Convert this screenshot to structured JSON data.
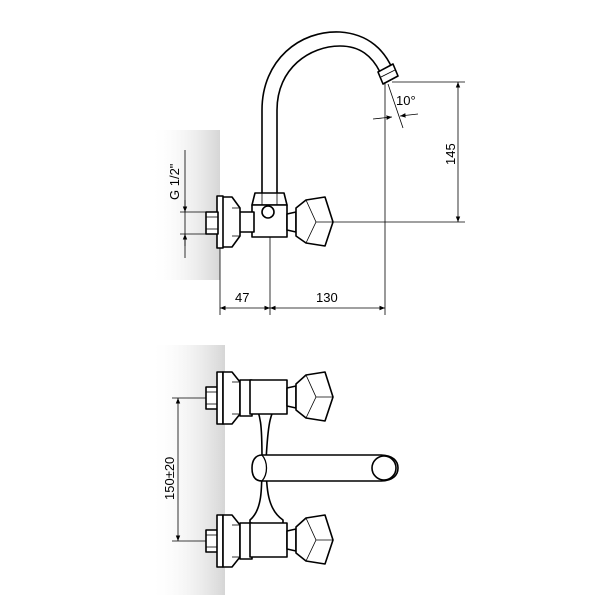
{
  "drawing": {
    "side_view": {
      "thread_label": "G 1/2\"",
      "dim_wall_to_body": "47",
      "dim_body_to_outlet": "130",
      "dim_height": "145",
      "dim_angle": "10°"
    },
    "front_view": {
      "dim_center_distance": "150±20"
    },
    "colors": {
      "line": "#000000",
      "wall_shade": "#c8c8c8",
      "background": "#ffffff"
    }
  }
}
